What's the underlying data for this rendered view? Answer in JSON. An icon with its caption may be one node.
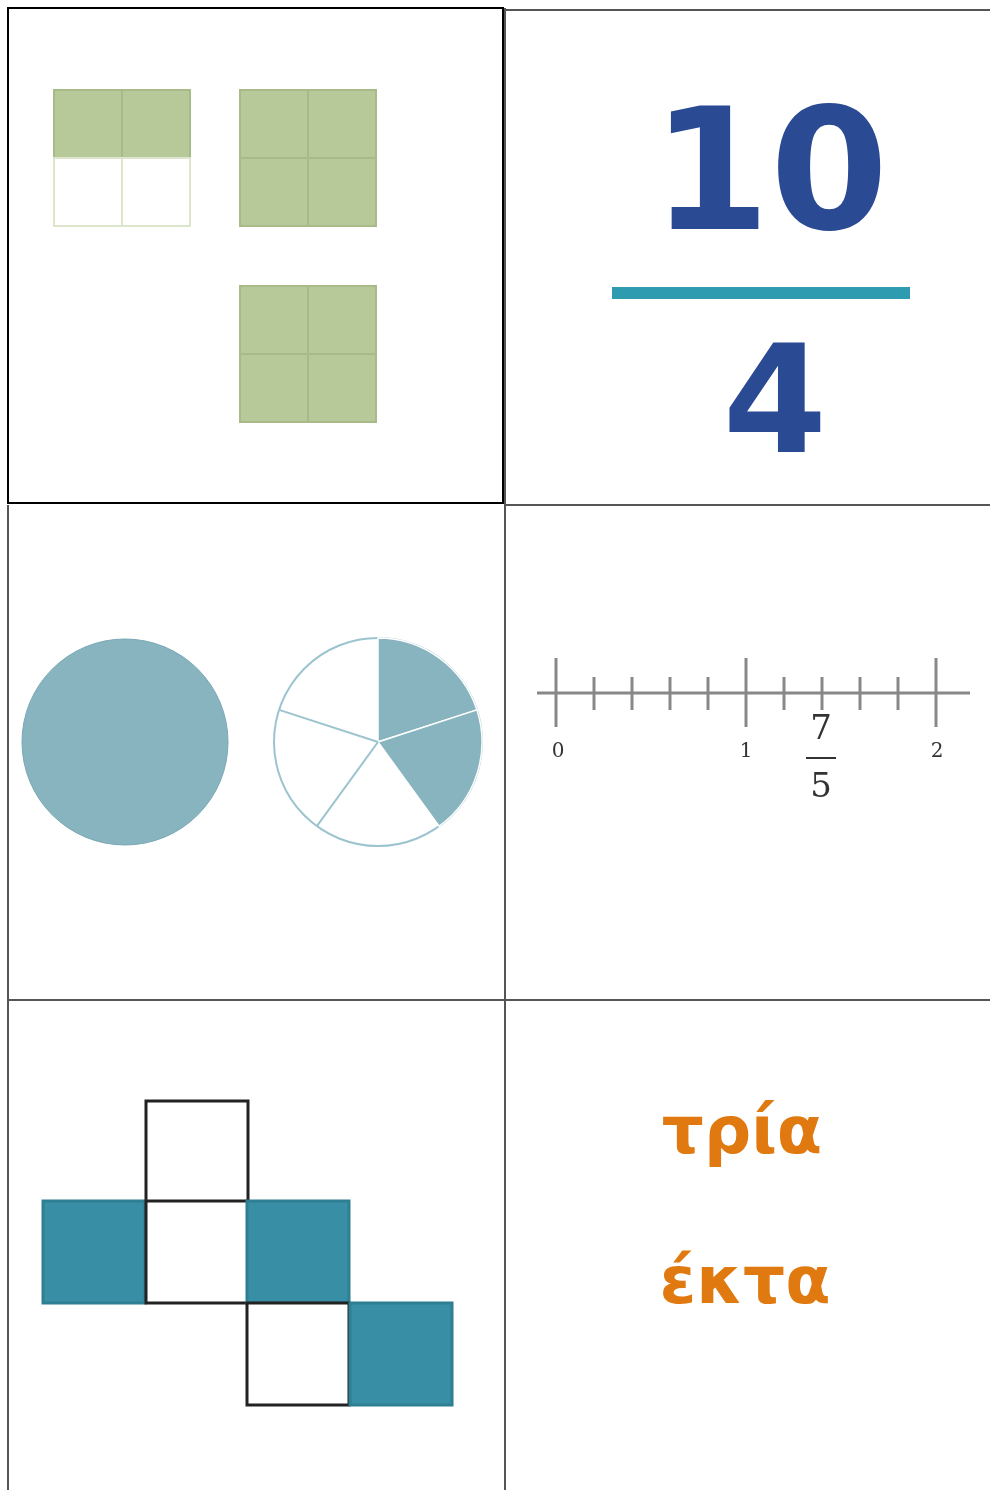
{
  "diagram": {
    "labels": [
      "10",
      "4",
      "0",
      "1",
      "7",
      "5",
      "2",
      "τρία",
      "έκτα"
    ]
  }
}
